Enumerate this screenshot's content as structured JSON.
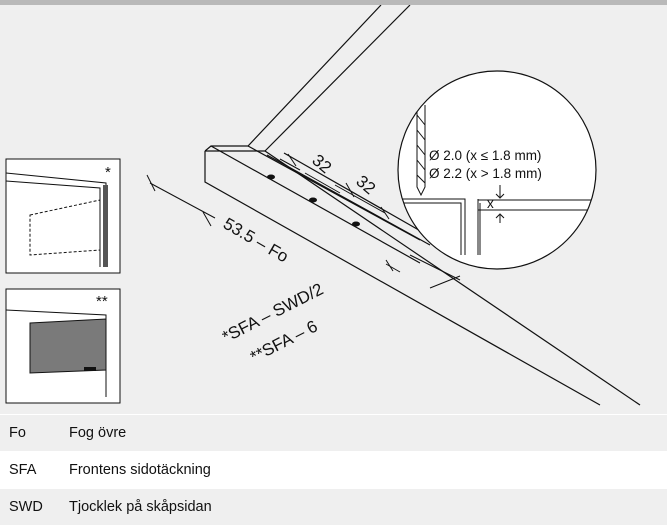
{
  "diagram": {
    "dimensions": {
      "spacing_1": "32",
      "spacing_2": "32",
      "edge_offset": "53.5 – Fo",
      "variant_single": "*SFA – SWD/2",
      "variant_double": "**SFA – 6"
    },
    "zoom": {
      "drill_1": "Ø 2.0 (x ≤ 1.8 mm)",
      "drill_2": "Ø 2.2 (x > 1.8 mm)",
      "x_label": "x"
    },
    "thumbnails": {
      "top_marker": "*",
      "bottom_marker": "**"
    }
  },
  "legend": [
    {
      "abbr": "Fo",
      "description": "Fog övre"
    },
    {
      "abbr": "SFA",
      "description": "Frontens sidotäckning"
    },
    {
      "abbr": "SWD",
      "description": "Tjocklek på skåpsidan"
    }
  ]
}
